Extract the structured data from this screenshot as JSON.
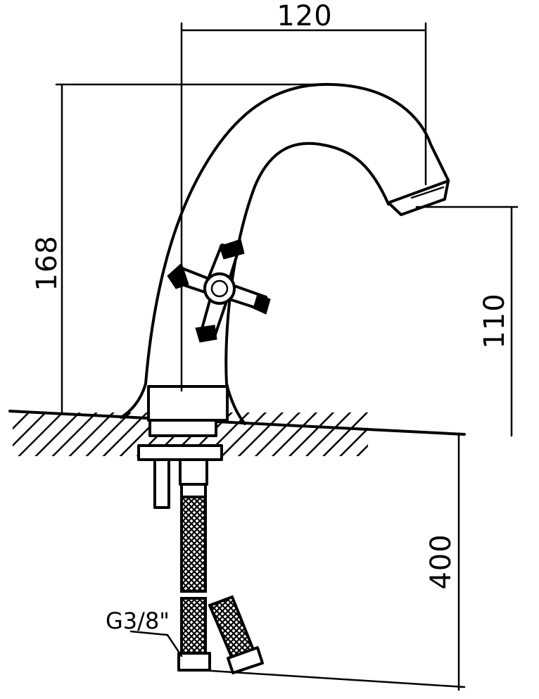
{
  "dimensions": {
    "spout_reach": "120",
    "total_height": "168",
    "spout_height": "110",
    "hose_length": "400"
  },
  "thread_label": "G3/8\""
}
